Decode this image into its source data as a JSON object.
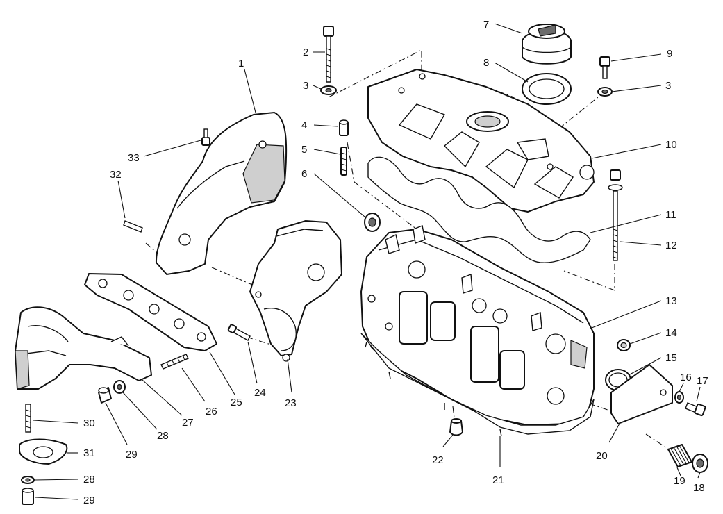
{
  "diagram": {
    "callouts": [
      {
        "id": "c1",
        "label": "1"
      },
      {
        "id": "c2",
        "label": "2"
      },
      {
        "id": "c3a",
        "label": "3"
      },
      {
        "id": "c3b",
        "label": "3"
      },
      {
        "id": "c4",
        "label": "4"
      },
      {
        "id": "c5",
        "label": "5"
      },
      {
        "id": "c6",
        "label": "6"
      },
      {
        "id": "c7",
        "label": "7"
      },
      {
        "id": "c8",
        "label": "8"
      },
      {
        "id": "c9",
        "label": "9"
      },
      {
        "id": "c10",
        "label": "10"
      },
      {
        "id": "c11",
        "label": "11"
      },
      {
        "id": "c12",
        "label": "12"
      },
      {
        "id": "c13",
        "label": "13"
      },
      {
        "id": "c14",
        "label": "14"
      },
      {
        "id": "c15",
        "label": "15"
      },
      {
        "id": "c16",
        "label": "16"
      },
      {
        "id": "c17",
        "label": "17"
      },
      {
        "id": "c18",
        "label": "18"
      },
      {
        "id": "c19",
        "label": "19"
      },
      {
        "id": "c20",
        "label": "20"
      },
      {
        "id": "c21",
        "label": "21"
      },
      {
        "id": "c22",
        "label": "22"
      },
      {
        "id": "c23",
        "label": "23"
      },
      {
        "id": "c24",
        "label": "24"
      },
      {
        "id": "c25",
        "label": "25"
      },
      {
        "id": "c26",
        "label": "26"
      },
      {
        "id": "c27",
        "label": "27"
      },
      {
        "id": "c28a",
        "label": "28"
      },
      {
        "id": "c28b",
        "label": "28"
      },
      {
        "id": "c29a",
        "label": "29"
      },
      {
        "id": "c29b",
        "label": "29"
      },
      {
        "id": "c30",
        "label": "30"
      },
      {
        "id": "c31",
        "label": "31"
      },
      {
        "id": "c32",
        "label": "32"
      },
      {
        "id": "c33",
        "label": "33"
      }
    ]
  }
}
